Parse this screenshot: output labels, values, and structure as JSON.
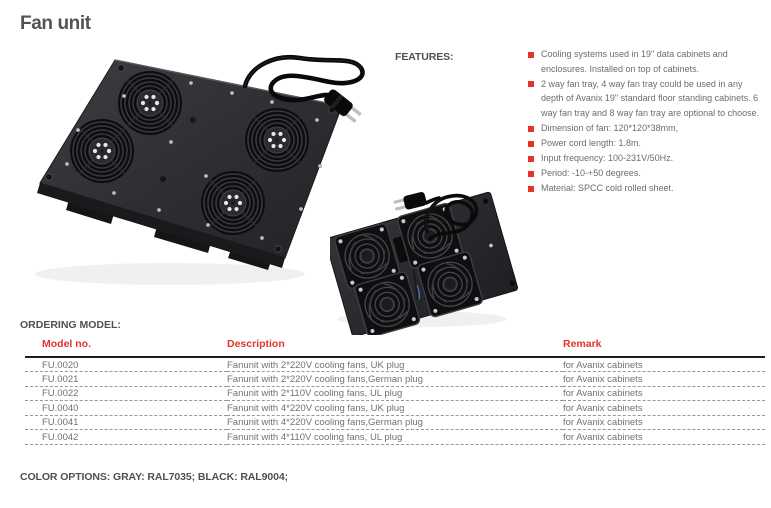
{
  "page": {
    "title": "Fan unit"
  },
  "features": {
    "heading": "FEATURES:",
    "items": [
      "Cooling systems used in 19\"  data cabinets and enclosures. Installed on top of cabinets.",
      "2 way fan tray, 4 way fan tray could be used in any depth of Avanix 19\"  standard floor standing cabinets.  6 way fan tray and 8 way fan tray are optional to choose.",
      "Dimension of fan: 120*120*38mm,",
      "Power cord length: 1.8m.",
      "Input frequency: 100-231V/50Hz.",
      "Period: -10-+50 degrees.",
      "Material: SPCC cold rolled sheet."
    ]
  },
  "ordering": {
    "heading": "ORDERING MODEL:",
    "table": {
      "headers": [
        "Model no.",
        "Description",
        "Remark"
      ],
      "rows": [
        {
          "model": "FU.0020",
          "description": "Fanunit with 2*220V cooling fans, UK plug",
          "remark": "for Avanix cabinets"
        },
        {
          "model": "FU.0021",
          "description": "Fanunit with 2*220V cooling fans,German plug",
          "remark": "for Avanix cabinets"
        },
        {
          "model": "FU.0022",
          "description": "Fanunit with 2*110V cooling fans, UL plug",
          "remark": "for Avanix cabinets"
        },
        {
          "model": "FU.0040",
          "description": "Fanunit with 4*220V cooling fans, UK plug",
          "remark": "for Avanix cabinets"
        },
        {
          "model": "FU.0041",
          "description": "Fanunit with 4*220V cooling fans,German plug",
          "remark": "for Avanix cabinets"
        },
        {
          "model": "FU.0042",
          "description": "Fanunit with 4*110V cooling fans, UL plug",
          "remark": "for Avanix cabinets"
        }
      ]
    }
  },
  "color_options": {
    "text": "COLOR OPTIONS: GRAY: RAL7035; BLACK: RAL9004;"
  },
  "images": {
    "main_alt": "Black 4-way roof fan tray with coiled power cord and plug",
    "secondary_alt": "Underside of black fan tray with four cooling fans, junction box and coiled power cord"
  },
  "colors": {
    "accent_red": "#e2332d",
    "heading_dark": "#4f5052",
    "body_gray": "#6b6c6f",
    "table_text": "#707174",
    "tray_black": "#2c2c30"
  }
}
